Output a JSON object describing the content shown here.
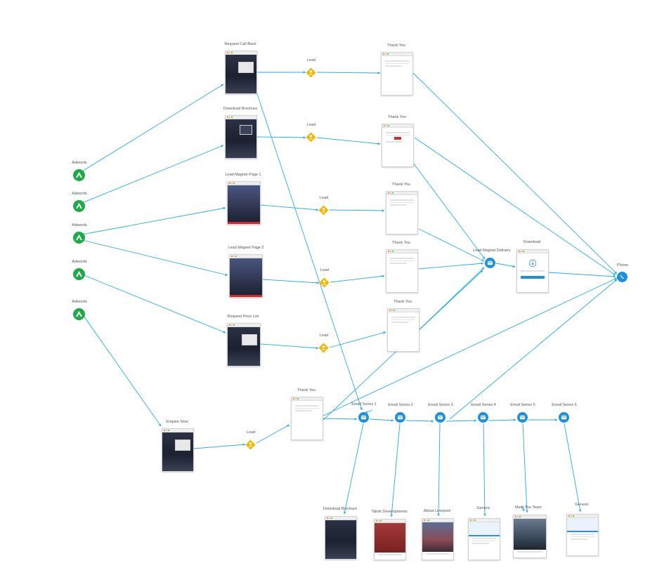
{
  "sources": [
    {
      "id": "adwords-1",
      "label": "Adwords"
    },
    {
      "id": "adwords-2",
      "label": "Adwords"
    },
    {
      "id": "adwords-3",
      "label": "Adwords"
    },
    {
      "id": "adwords-4",
      "label": "Adwords"
    },
    {
      "id": "adwords-5",
      "label": "Adwords"
    }
  ],
  "landing_pages": [
    {
      "id": "request-call-back",
      "label": "Request Call Back"
    },
    {
      "id": "download-brochure",
      "label": "Download Brochure"
    },
    {
      "id": "lead-magnet-1",
      "label": "Lead Magnet Page 1"
    },
    {
      "id": "lead-magnet-2",
      "label": "Lead Magnet Page 2"
    },
    {
      "id": "request-price-list",
      "label": "Request Price List"
    },
    {
      "id": "enquire-now",
      "label": "Enquire Now"
    }
  ],
  "leads": [
    {
      "id": "lead-1",
      "label": "Lead"
    },
    {
      "id": "lead-2",
      "label": "Lead"
    },
    {
      "id": "lead-3",
      "label": "Lead"
    },
    {
      "id": "lead-4",
      "label": "Lead"
    },
    {
      "id": "lead-5",
      "label": "Lead"
    },
    {
      "id": "lead-6",
      "label": "Lead"
    }
  ],
  "thank_you_pages": [
    {
      "id": "thank-you-1",
      "label": "Thank You"
    },
    {
      "id": "thank-you-2",
      "label": "Thank You"
    },
    {
      "id": "thank-you-3",
      "label": "Thank You"
    },
    {
      "id": "thank-you-4",
      "label": "Thank You"
    },
    {
      "id": "thank-you-5",
      "label": "Thank You"
    },
    {
      "id": "thank-you-6",
      "label": "Thank You"
    }
  ],
  "lead_magnet_delivery": {
    "label": "Lead Magnet Delivery"
  },
  "download": {
    "label": "Download"
  },
  "phone": {
    "label": "Phone"
  },
  "email_series": [
    {
      "id": "email-series-1",
      "label": "Email Series 1"
    },
    {
      "id": "email-series-2",
      "label": "Email Series 2"
    },
    {
      "id": "email-series-3",
      "label": "Email Series 3"
    },
    {
      "id": "email-series-4",
      "label": "Email Series 4"
    },
    {
      "id": "email-series-5",
      "label": "Email Series 5"
    },
    {
      "id": "email-series-6",
      "label": "Email Series 6"
    }
  ],
  "content_pages": [
    {
      "id": "content-download-brochure",
      "label": "Download Brochure"
    },
    {
      "id": "content-tabrik",
      "label": "Tabrik Developments"
    },
    {
      "id": "content-liverpool",
      "label": "About Liverpool"
    },
    {
      "id": "content-generic-1",
      "label": "Generic"
    },
    {
      "id": "content-team",
      "label": "Meet The Team"
    },
    {
      "id": "content-generic-2",
      "label": "Generic"
    }
  ],
  "colors": {
    "connector": "#29abe2",
    "adwords": "#1eaa48",
    "email": "#1b8fe0",
    "lead": "#f5b400",
    "label_text": "#555555"
  }
}
